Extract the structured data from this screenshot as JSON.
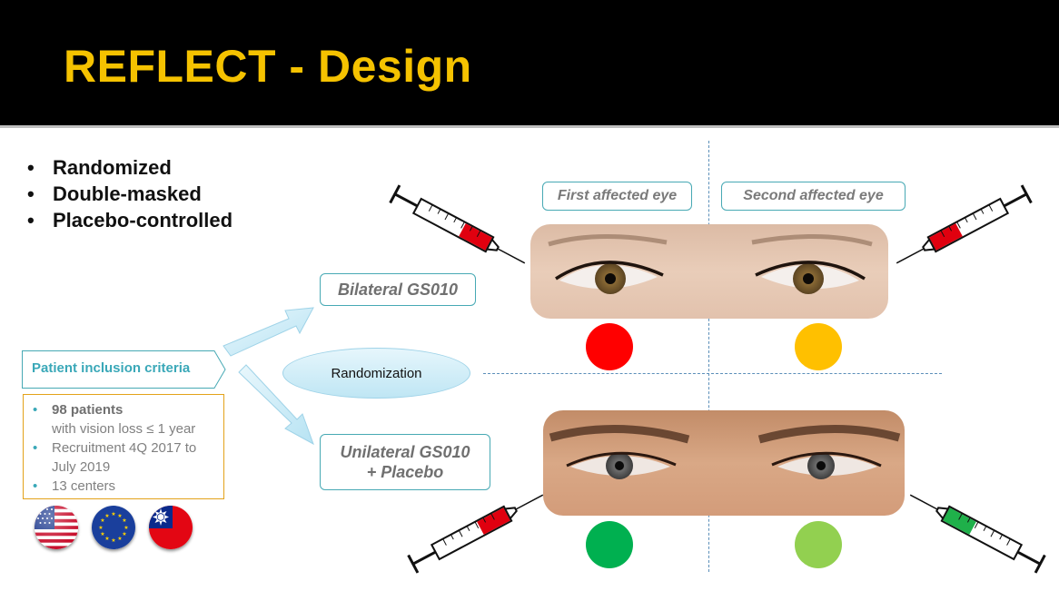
{
  "header": {
    "title": "REFLECT - Design"
  },
  "design_features": [
    "Randomized",
    "Double-masked",
    "Placebo-controlled"
  ],
  "eye_labels": {
    "first": "First affected eye",
    "second": "Second affected eye"
  },
  "arms": {
    "bilateral": "Bilateral GS010",
    "unilateral_line1": "Unilateral GS010",
    "unilateral_line2": "+ Placebo"
  },
  "randomization_label": "Randomization",
  "inclusion": {
    "title": "Patient inclusion criteria",
    "patients_bold": "98 patients",
    "patients_detail": "with vision loss ≤ 1 year",
    "recruitment_line1": "Recruitment 4Q 2017 to",
    "recruitment_line2": "July 2019",
    "centers": "13 centers"
  },
  "flags": [
    "us-flag",
    "eu-flag",
    "taiwan-flag"
  ],
  "treatment_colors": {
    "bilateral_first": "#ff0000",
    "bilateral_second": "#ffc000",
    "unilateral_first": "#00b050",
    "unilateral_second": "#92d050",
    "syringe_active": "#e0000f",
    "syringe_placebo": "#1fb04a"
  }
}
